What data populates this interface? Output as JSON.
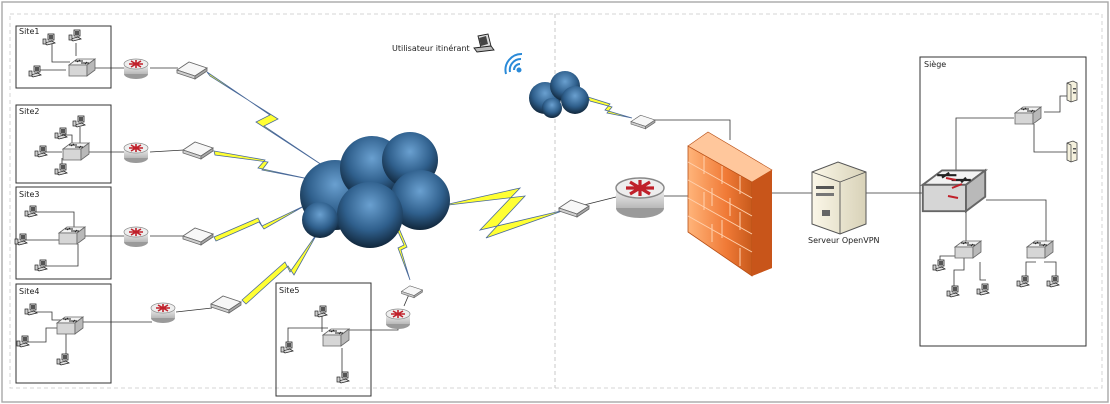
{
  "sites": [
    {
      "id": "site1",
      "label": "Site1"
    },
    {
      "id": "site2",
      "label": "Site2"
    },
    {
      "id": "site3",
      "label": "Site3"
    },
    {
      "id": "site4",
      "label": "Site4"
    },
    {
      "id": "site5",
      "label": "Site5"
    },
    {
      "id": "siege",
      "label": "Siège"
    }
  ],
  "labels": {
    "roaming_user": "Utilisateur itinérant",
    "vpn_server": "Serveur OpenVPN"
  },
  "colors": {
    "firewall": "#f07a36",
    "cloud_dark": "#0f2438",
    "cloud_light": "#5a90c0",
    "lightning": "#ffff33",
    "wifi": "#2a8ad8"
  },
  "icons": {
    "switch": "network-switch-icon",
    "router": "router-icon",
    "modem": "modem-icon",
    "pc": "workstation-icon",
    "cloud": "internet-cloud-icon",
    "firewall": "firewall-icon",
    "server": "server-icon",
    "laptop": "laptop-icon",
    "wifi": "wifi-icon"
  }
}
